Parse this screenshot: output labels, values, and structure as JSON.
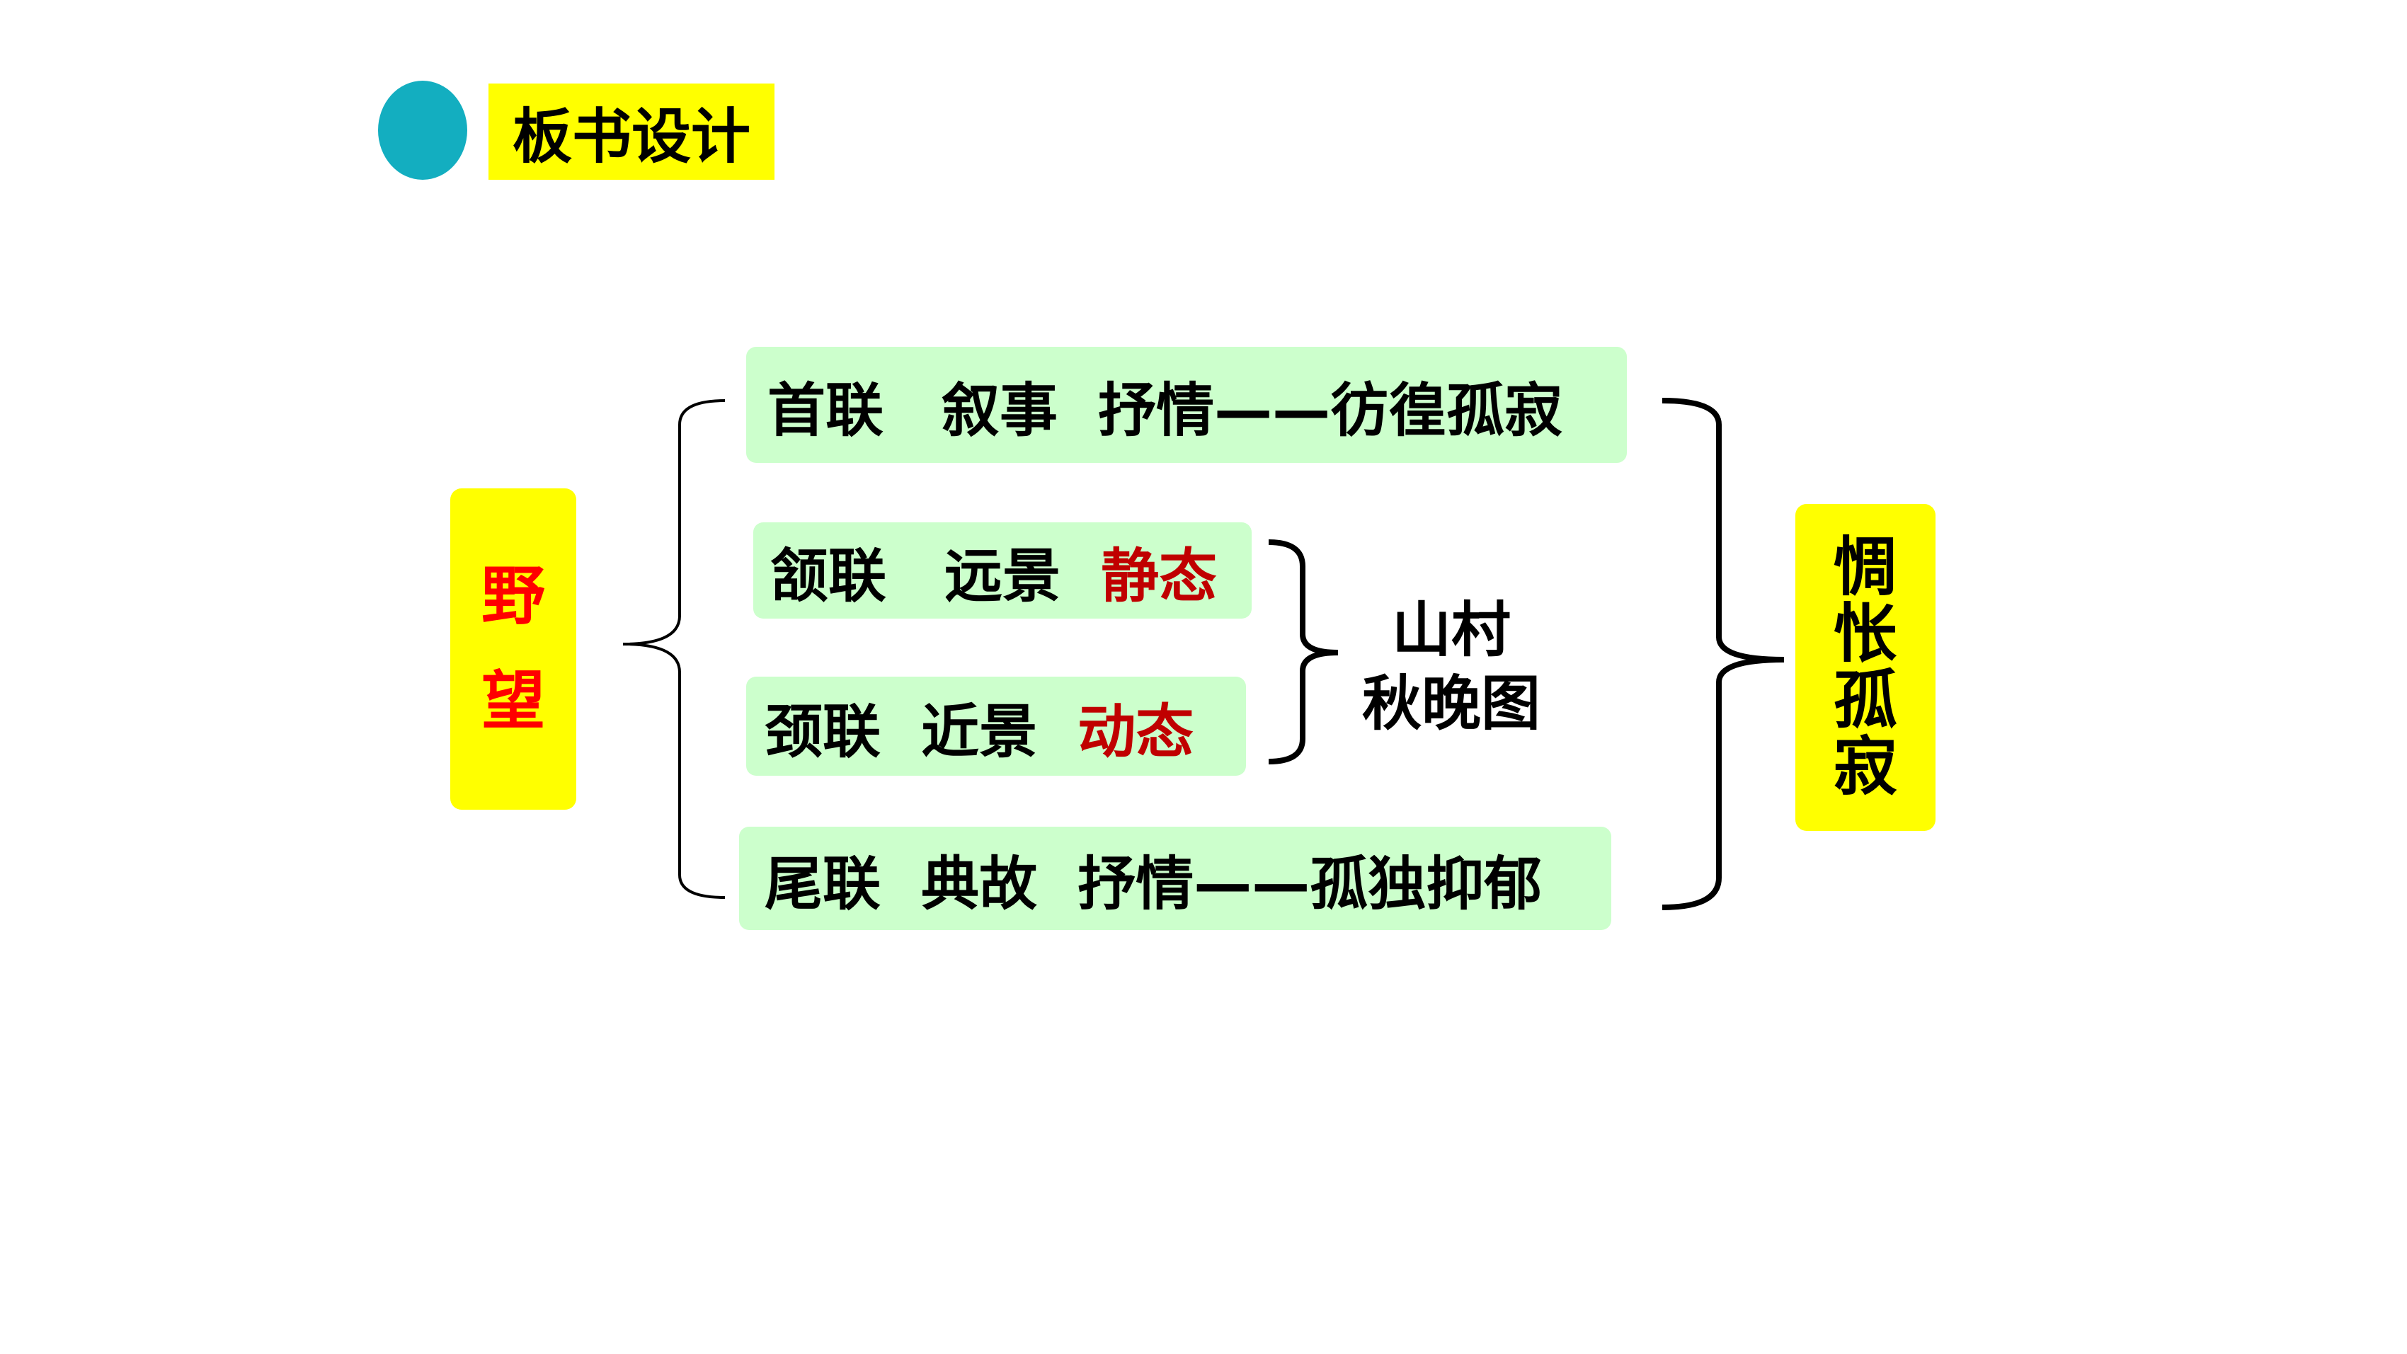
{
  "header": {
    "title": "板书设计"
  },
  "left": {
    "chars": [
      "野",
      "望"
    ]
  },
  "rows": [
    {
      "parts": [
        "首联　叙事  抒情——彷徨孤寂"
      ]
    },
    {
      "parts": [
        "颔联　远景  ",
        "静态"
      ]
    },
    {
      "parts": [
        "颈联  近景  ",
        "动态"
      ]
    },
    {
      "parts": [
        "尾联  典故  抒情——孤独抑郁"
      ]
    }
  ],
  "middle": {
    "line1": "山村",
    "line2": "秋晚图"
  },
  "right": {
    "chars": [
      "惆",
      "怅",
      "孤",
      "寂"
    ]
  },
  "colors": {
    "accent_circle": "#13aec0",
    "highlight": "#ffff00",
    "row_bg": "#ccffcc",
    "red": "#ff0000",
    "dark_red": "#c00000"
  }
}
